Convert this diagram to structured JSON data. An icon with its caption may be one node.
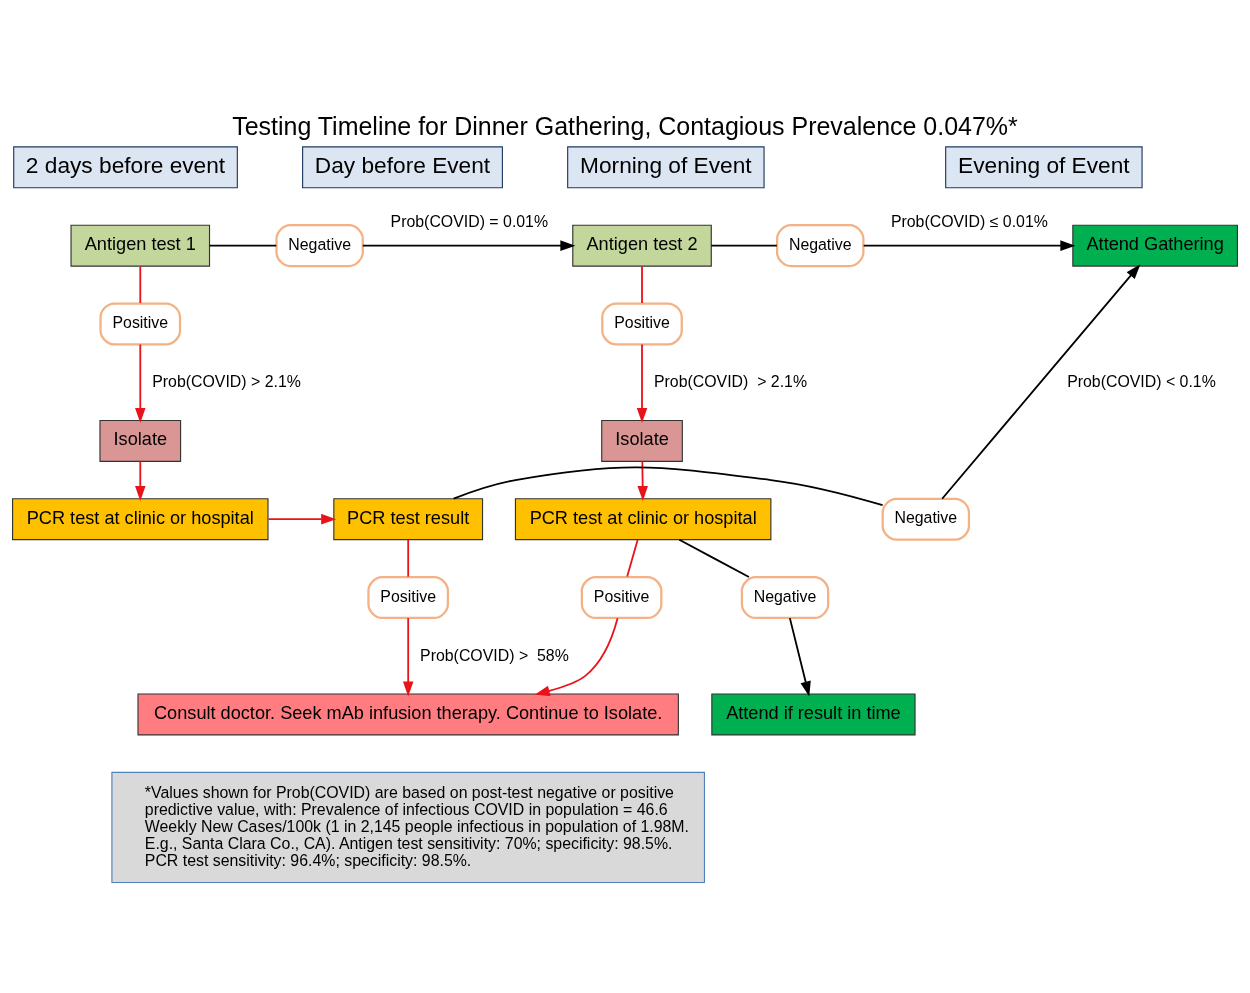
{
  "diagram": {
    "title": "Testing Timeline for Dinner Gathering, Contagious Prevalence 0.047%*",
    "nodes": [
      {
        "text": [
          "2 days before event"
        ]
      },
      {
        "text": [
          "Day before Event"
        ]
      },
      {
        "text": [
          "Morning of Event"
        ]
      },
      {
        "text": [
          "Evening of Event"
        ]
      },
      {
        "text": [
          "Antigen test 1"
        ]
      },
      {
        "text": [
          "Negative"
        ]
      },
      {
        "text": [
          "Positive"
        ]
      },
      {
        "text": [
          "Isolate"
        ]
      },
      {
        "text": [
          "PCR test at clinic or hospital"
        ]
      },
      {
        "text": [
          "Antigen test 2"
        ]
      },
      {
        "text": [
          "Negative"
        ]
      },
      {
        "text": [
          "Attend Gathering"
        ]
      },
      {
        "text": [
          "Positive"
        ]
      },
      {
        "text": [
          "Isolate"
        ]
      },
      {
        "text": [
          "PCR test result"
        ]
      },
      {
        "text": [
          "Negative"
        ]
      },
      {
        "text": [
          "Positive"
        ]
      },
      {
        "text": [
          "Attend if result in time"
        ]
      },
      {
        "text": [
          "PCR test at clinic or hospital"
        ]
      },
      {
        "text": [
          "Negative"
        ]
      },
      {
        "text": [
          "Positive"
        ]
      },
      {
        "text": [
          "Consult doctor. Seek mAb infusion therapy. Continue to Isolate."
        ]
      },
      {
        "text": [
          "*Values shown for Prob(COVID) are based on post-test negative or positive predictive value, with: Prevalence of infectious COVID in population = 46.6 Weekly New Cases/100k (1 in 2,145 people infectious in population of 1.98M. E.g., Santa Clara Co., CA). Antigen test sensitivity: 70%; specificity: 98.5%. PCR test sensitivity: 96.4%; specificity: 98.5%."
        ]
      }
    ],
    "edges": [
      {
        "from": 4,
        "to": 5,
        "arrow": "none",
        "color": "#000000"
      },
      {
        "from": 5,
        "to": 9,
        "arrow": "to",
        "label": "Prob(COVID) = 0.01%",
        "color": "#000000"
      },
      {
        "from": 4,
        "to": 6,
        "arrow": "none",
        "color": "#e8141a"
      },
      {
        "from": 6,
        "to": 7,
        "arrow": "to",
        "label": "Prob(COVID) > 2.1%",
        "color": "#e8141a"
      },
      {
        "from": 7,
        "to": 8,
        "arrow": "to",
        "color": "#e8141a"
      },
      {
        "from": 8,
        "to": 14,
        "arrow": "to",
        "color": "#e8141a"
      },
      {
        "from": 9,
        "to": 10,
        "arrow": "none",
        "color": "#000000"
      },
      {
        "from": 10,
        "to": 11,
        "arrow": "to",
        "label": "Prob(COVID) ≤ 0.01%",
        "color": "#000000"
      },
      {
        "from": 9,
        "to": 12,
        "arrow": "none",
        "color": "#e8141a"
      },
      {
        "from": 12,
        "to": 13,
        "arrow": "to",
        "label": "Prob(COVID)  > 2.1%",
        "color": "#e8141a"
      },
      {
        "from": 13,
        "to": 18,
        "arrow": "to",
        "color": "#e8141a"
      },
      {
        "from": 14,
        "to": 15,
        "arrow": "none",
        "color": "#000000"
      },
      {
        "from": 15,
        "to": 11,
        "arrow": "to",
        "label": "Prob(COVID) < 0.1%",
        "color": "#000000"
      },
      {
        "from": 14,
        "to": 16,
        "arrow": "none",
        "color": "#e8141a"
      },
      {
        "from": 16,
        "to": 21,
        "arrow": "to",
        "label": "Prob(COVID) >  58%",
        "color": "#e8141a"
      },
      {
        "from": 18,
        "to": 19,
        "arrow": "none",
        "color": "#000000"
      },
      {
        "from": 19,
        "to": 17,
        "arrow": "to",
        "color": "#000000"
      },
      {
        "from": 18,
        "to": 20,
        "arrow": "none",
        "color": "#e8141a"
      },
      {
        "from": 20,
        "to": 21,
        "arrow": "to",
        "color": "#e8141a"
      }
    ]
  }
}
